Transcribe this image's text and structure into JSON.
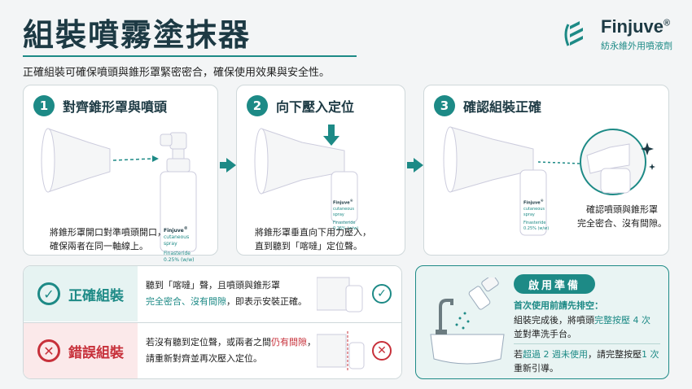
{
  "header": {
    "title": "組裝噴霧塗抹器",
    "subtitle": "正確組裝可確保噴頭與錐形罩緊密密合，確保使用效果與安全性。",
    "brand_name": "Finjuve",
    "brand_reg": "®",
    "brand_sub": "紡永維外用噴液劑"
  },
  "steps": [
    {
      "num": "1",
      "title": "對齊錐形罩與噴頭",
      "caption1": "將錐形罩開口對準噴頭開口，",
      "caption2": "確保兩者在同一軸線上。"
    },
    {
      "num": "2",
      "title": "向下壓入定位",
      "caption1": "將錐形罩垂直向下用力壓入，",
      "caption2": "直到聽到「喀噠」定位聲。"
    },
    {
      "num": "3",
      "title": "確認組裝正確",
      "caption1": "確認噴頭與錐形罩",
      "caption2": "完全密合、沒有間隙。"
    }
  ],
  "bottle": {
    "brand": "Finjuve",
    "reg": "®",
    "form": "cutaneous spray",
    "drug": "Finasteride",
    "strength": "0.25% (w/w)"
  },
  "correct": {
    "label": "正確組裝",
    "line1": "聽到「喀噠」聲，且噴頭與錐形罩",
    "line2_a": "完全密合、沒有間隙",
    "line2_b": "，即表示安裝正確。",
    "mark": "✓"
  },
  "wrong": {
    "label": "錯誤組裝",
    "line1_a": "若沒有聽到定位聲，或兩者之間",
    "line1_b": "仍有間隙",
    "line1_c": "，",
    "line2": "請重新對齊並再次壓入定位。",
    "mark": "✕"
  },
  "prep": {
    "title": "啟用準備",
    "head": "首次使用前請先排空：",
    "t1a": "組裝完成後，將噴頭",
    "t1b": "完整按壓 4 次",
    "t2": "並對準洗手台。",
    "t3a": "若",
    "t3b": "超過 2 週未使用",
    "t3c": "，請完整按壓",
    "t3d": "1 次",
    "t4": "重新引導。"
  },
  "colors": {
    "teal": "#1d8a86",
    "navy": "#1d3a44",
    "red": "#c7303a"
  }
}
